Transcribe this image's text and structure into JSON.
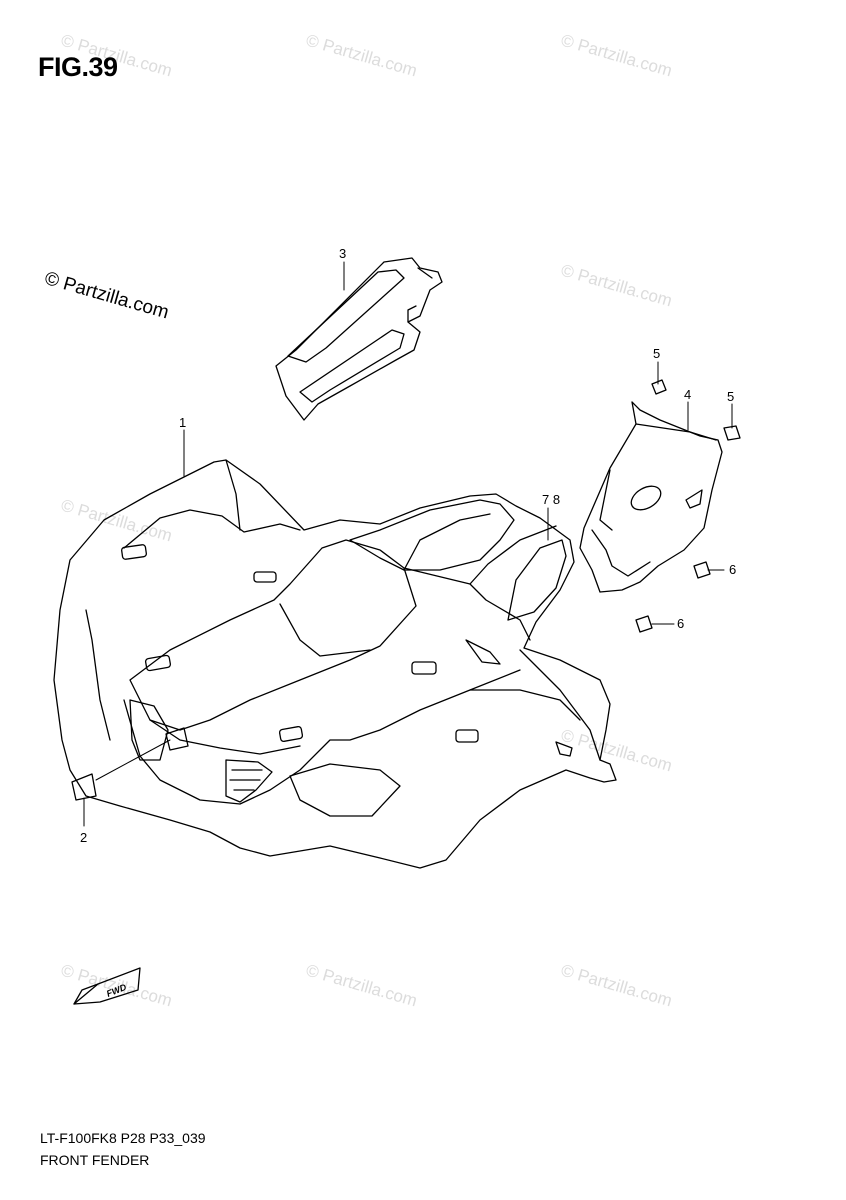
{
  "figure": {
    "title": "FIG.39",
    "copyright": "© Partzilla.com",
    "watermark_text": "© Partzilla.com",
    "model_code": "LT-F100FK8 P28 P33_039",
    "section_name": "FRONT FENDER",
    "fwd_label": "FWD"
  },
  "callouts": [
    {
      "id": "c1",
      "label": "1"
    },
    {
      "id": "c2",
      "label": "2"
    },
    {
      "id": "c3",
      "label": "3"
    },
    {
      "id": "c4",
      "label": "4"
    },
    {
      "id": "c5a",
      "label": "5"
    },
    {
      "id": "c5b",
      "label": "5"
    },
    {
      "id": "c6a",
      "label": "6"
    },
    {
      "id": "c6b",
      "label": "6"
    },
    {
      "id": "c78",
      "label": "7 8"
    }
  ],
  "colors": {
    "line": "#000000",
    "watermark": "#dcdcdc",
    "background": "#ffffff"
  }
}
